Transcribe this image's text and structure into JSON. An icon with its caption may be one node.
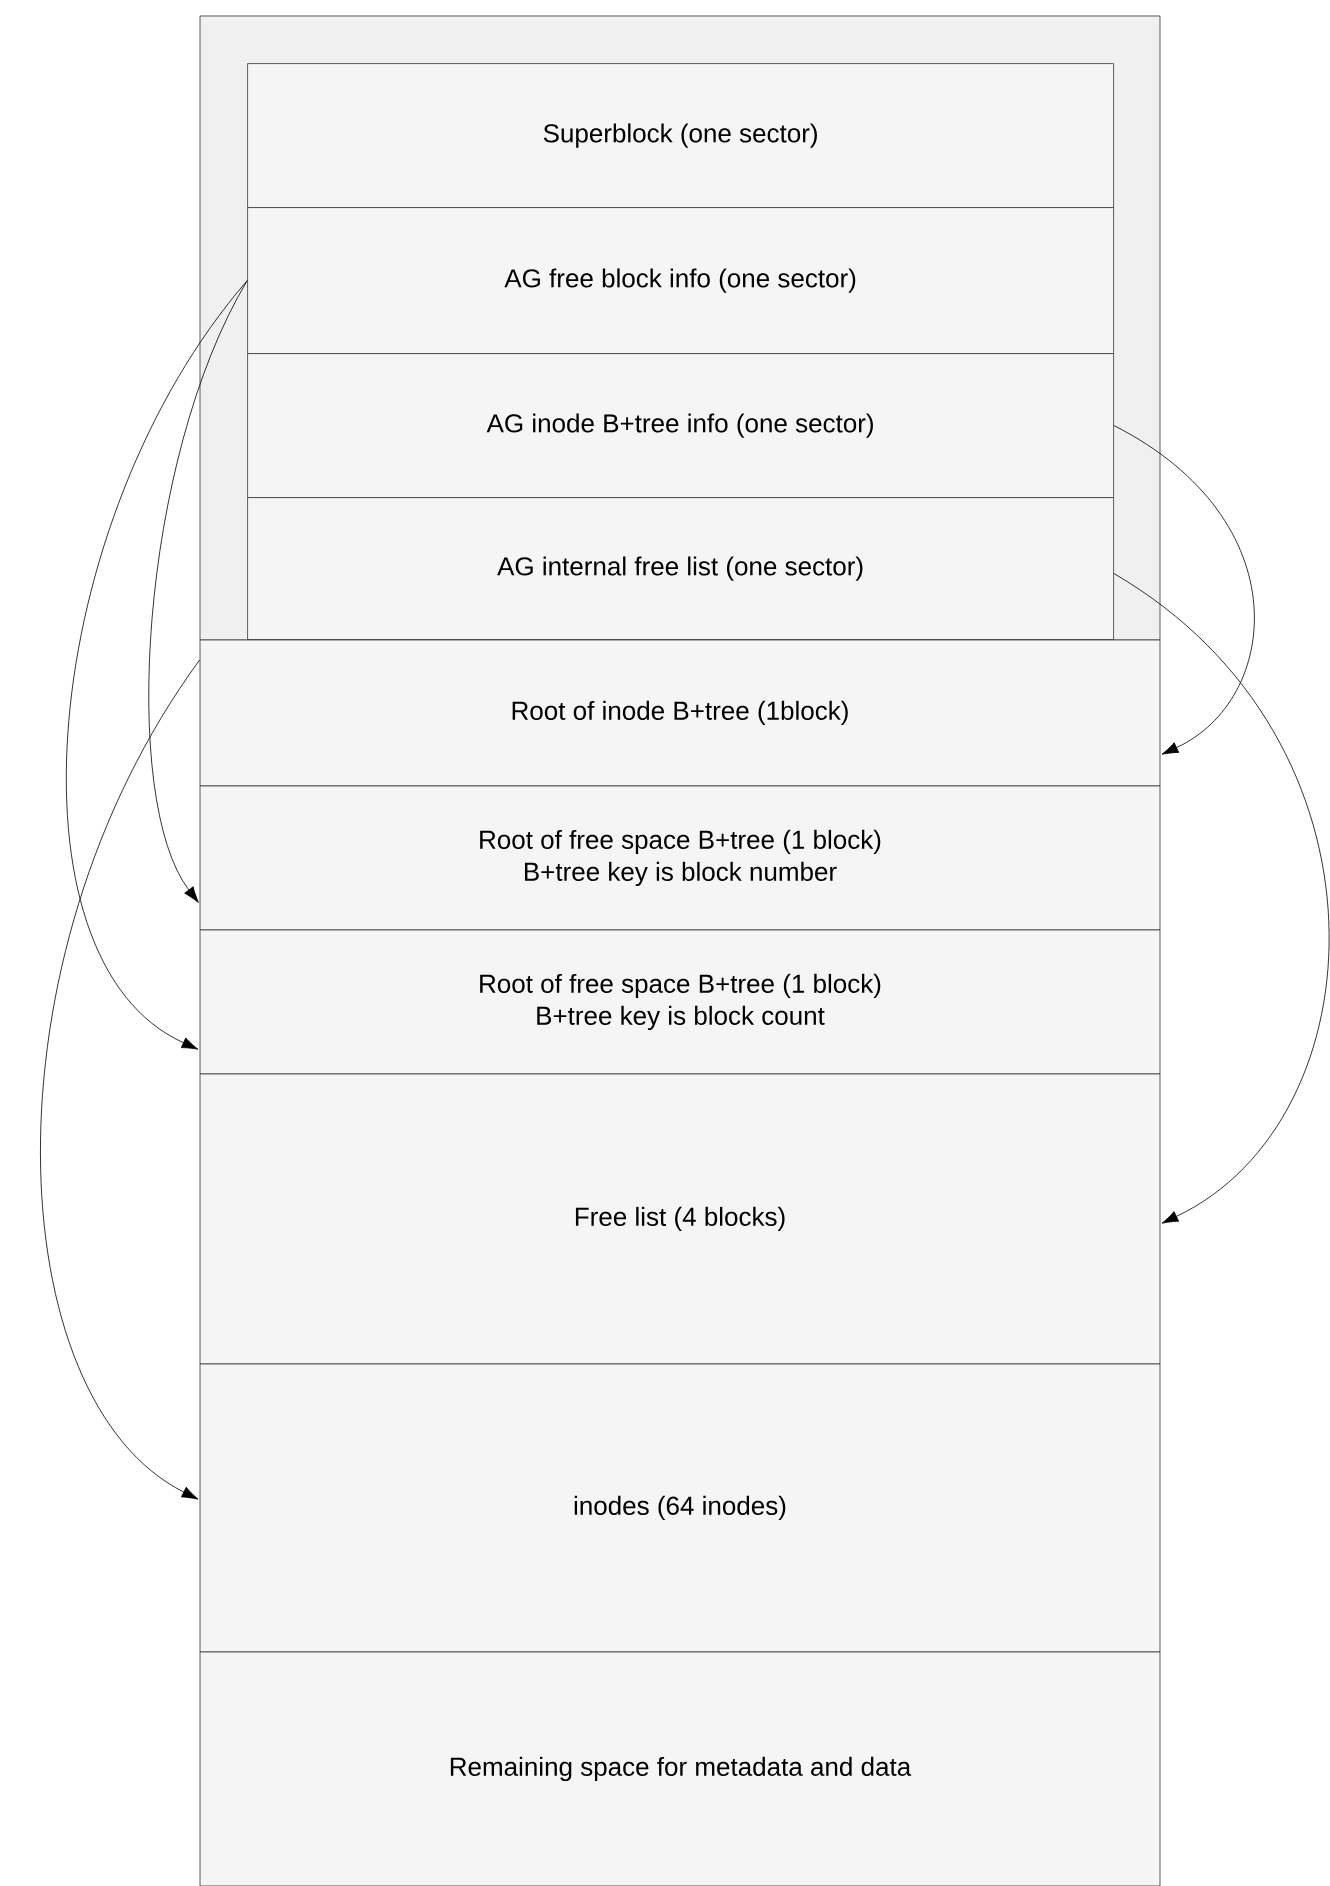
{
  "diagram": {
    "nodes": [
      {
        "text": [],
        "shape": "box"
      },
      {
        "text": [
          "Superblock (one sector)"
        ],
        "in": 0
      },
      {
        "text": [
          "AG free block info (one sector)"
        ],
        "in": 0
      },
      {
        "text": [
          "AG inode B+tree info (one sector)"
        ],
        "in": 0
      },
      {
        "text": [
          "AG internal free list (one sector)"
        ],
        "in": 0
      },
      {
        "text": [
          "Root of inode B+tree (1block)"
        ]
      },
      {
        "text": [
          "Root of free space B+tree (1 block)",
          "B+tree key is block number"
        ]
      },
      {
        "text": [
          "Root of free space B+tree (1 block)",
          "B+tree key is block count"
        ]
      },
      {
        "text": [
          "Free list (4 blocks)"
        ]
      },
      {
        "text": [
          "inodes (64 inodes)"
        ]
      },
      {
        "text": [
          "Remaining space for metadata and data"
        ]
      }
    ],
    "edges": [
      {
        "from": 2,
        "to": 6,
        "arrow": "to"
      },
      {
        "from": 2,
        "to": 7,
        "arrow": "to"
      },
      {
        "from": 3,
        "to": 5,
        "arrow": "to"
      },
      {
        "from": 4,
        "to": 8,
        "arrow": "to"
      },
      {
        "from": 5,
        "to": 9,
        "arrow": "to"
      }
    ]
  }
}
